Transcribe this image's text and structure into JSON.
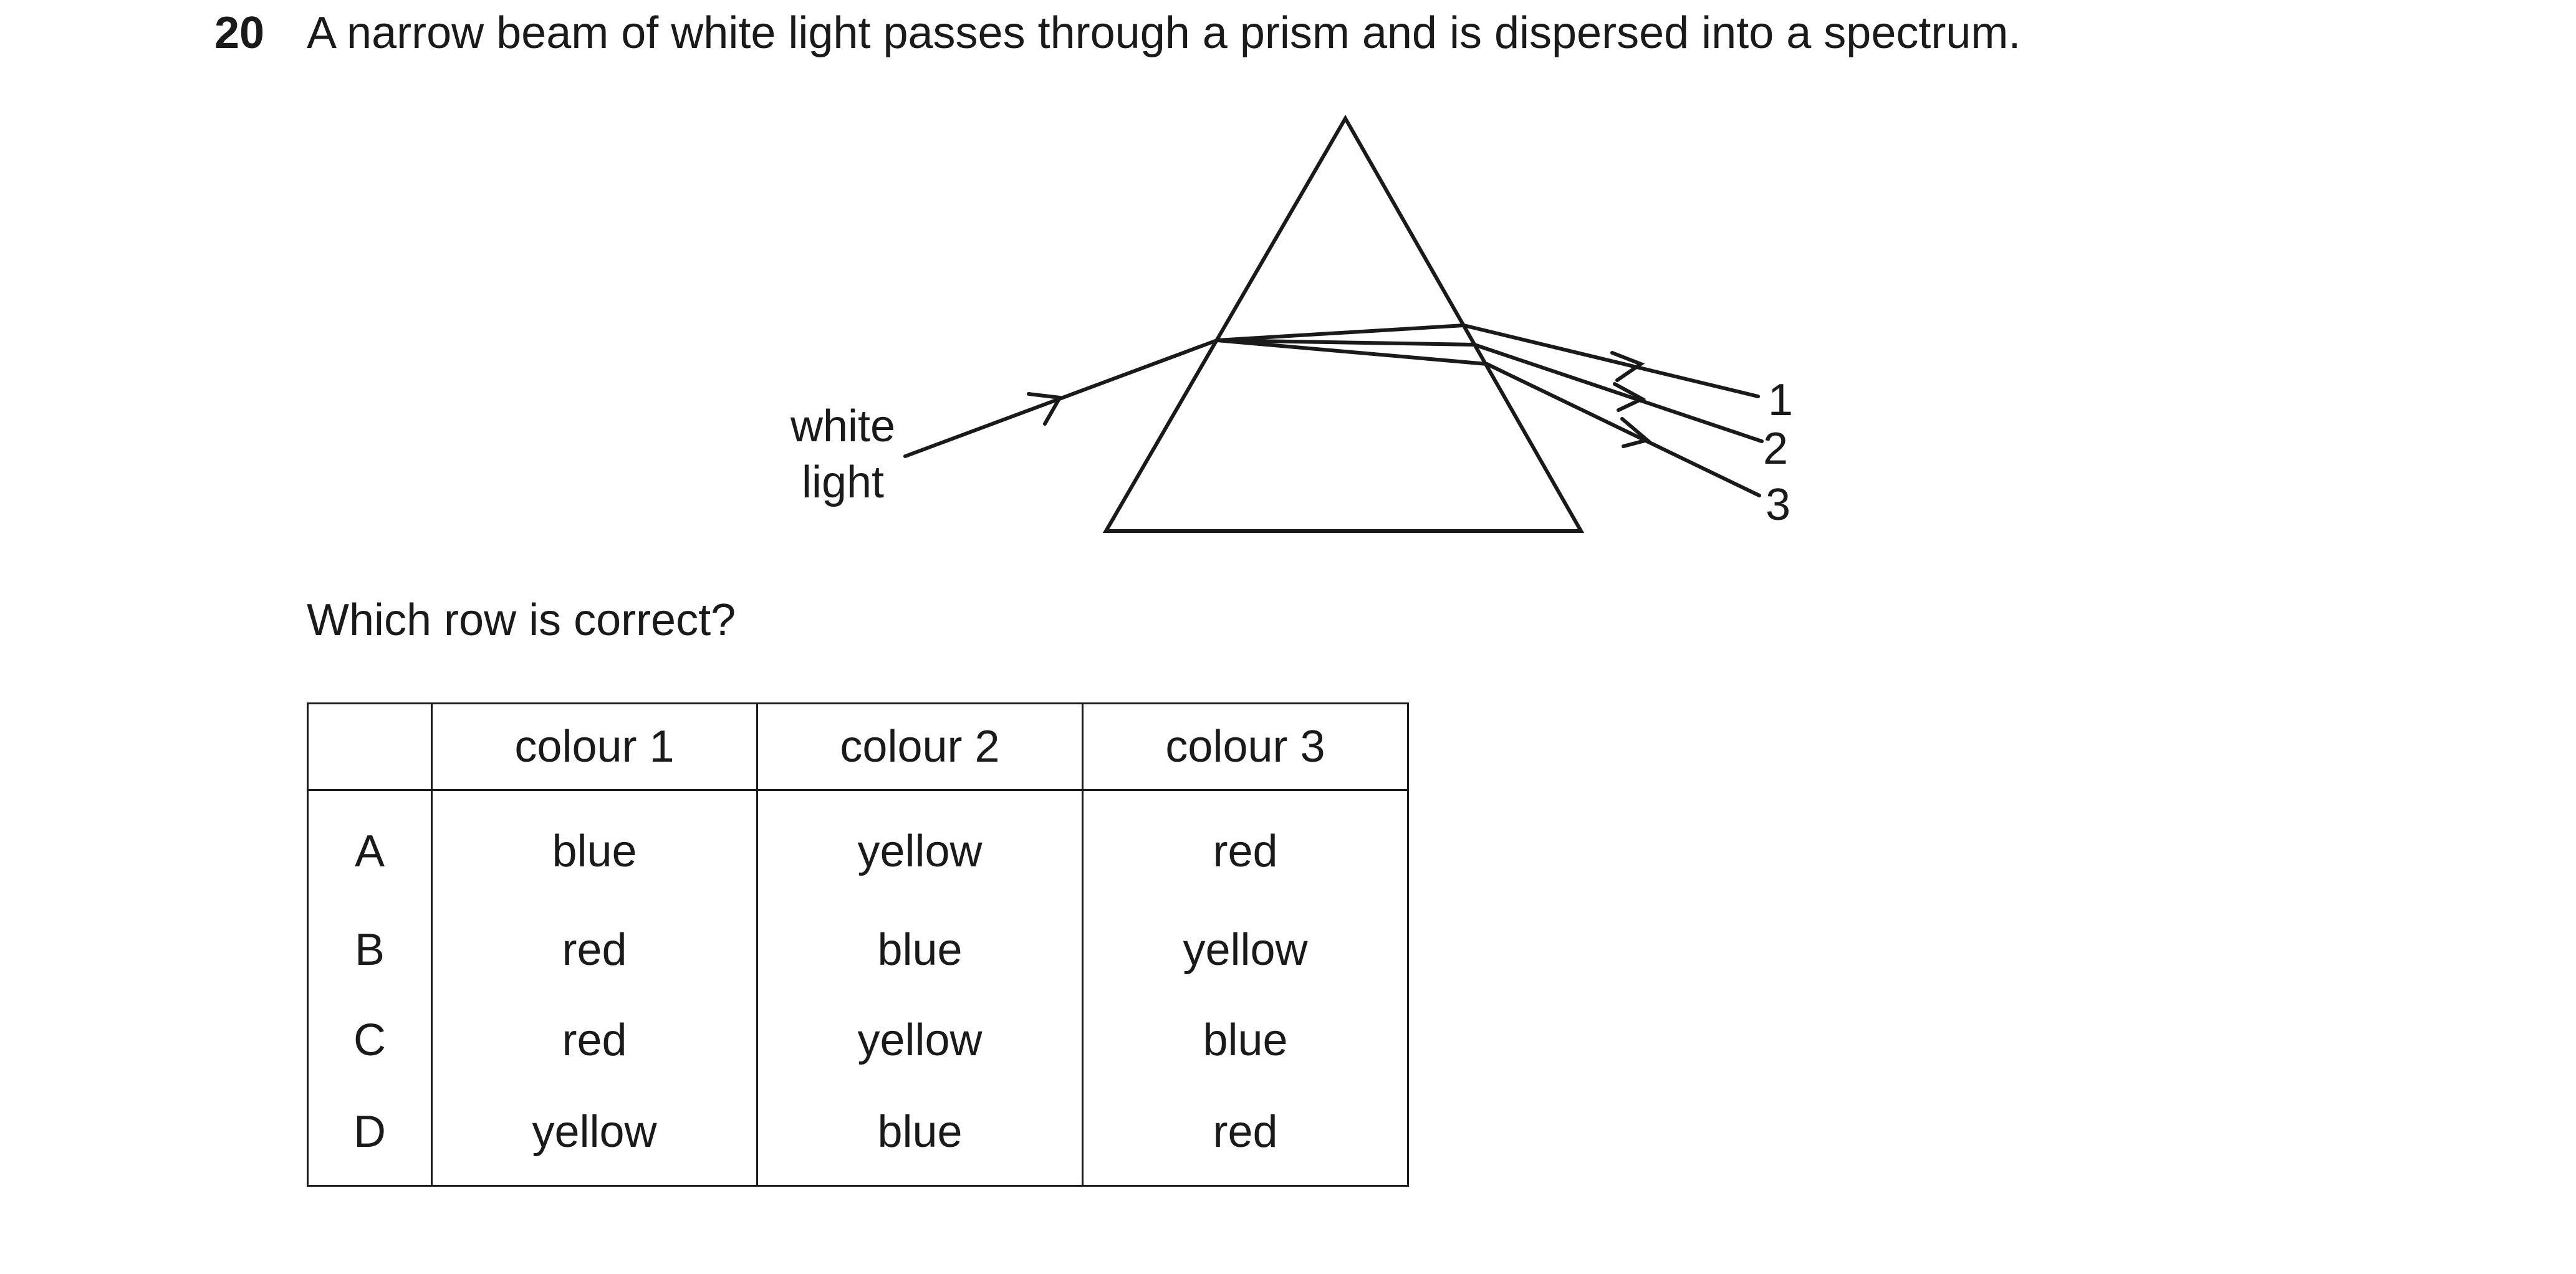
{
  "question": {
    "number": "20",
    "stem": "A narrow beam of white light passes through a prism and is dispersed into a spectrum."
  },
  "diagram": {
    "label_white": "white",
    "label_light": "light",
    "ray_labels": [
      "1",
      "2",
      "3"
    ]
  },
  "prompt": "Which row is correct?",
  "table": {
    "headers": [
      "",
      "colour 1",
      "colour 2",
      "colour 3"
    ],
    "rows": [
      {
        "option": "A",
        "colour1": "blue",
        "colour2": "yellow",
        "colour3": "red"
      },
      {
        "option": "B",
        "colour1": "red",
        "colour2": "blue",
        "colour3": "yellow"
      },
      {
        "option": "C",
        "colour1": "red",
        "colour2": "yellow",
        "colour3": "blue"
      },
      {
        "option": "D",
        "colour1": "yellow",
        "colour2": "blue",
        "colour3": "red"
      }
    ]
  }
}
